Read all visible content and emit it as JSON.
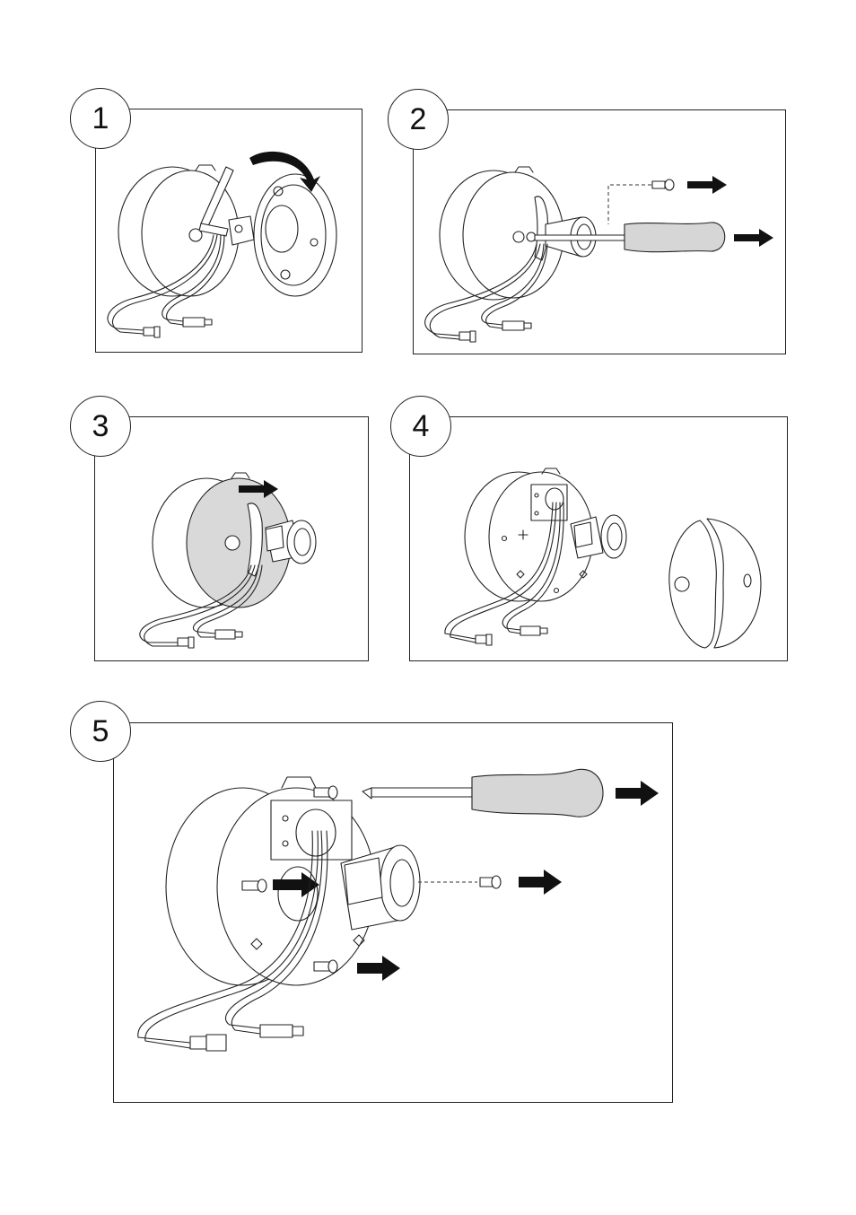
{
  "steps": [
    {
      "number": "1",
      "icons": [
        "camera-body",
        "hex-key",
        "rotate-arrow",
        "mount-plate",
        "network-cable",
        "power-cable"
      ]
    },
    {
      "number": "2",
      "icons": [
        "camera-body",
        "screw",
        "screwdriver",
        "pull-arrow",
        "network-cable",
        "power-cable"
      ]
    },
    {
      "number": "3",
      "icons": [
        "camera-body",
        "shaded-cover",
        "slide-arrow",
        "network-cable",
        "power-cable"
      ]
    },
    {
      "number": "4",
      "icons": [
        "camera-body",
        "removed-cover",
        "network-cable",
        "power-cable"
      ]
    },
    {
      "number": "5",
      "icons": [
        "camera-body",
        "screwdriver",
        "screw",
        "pull-arrow",
        "network-cable",
        "power-cable"
      ]
    }
  ],
  "colors": {
    "line": "#222222",
    "arrow": "#111111",
    "handle": "#d6d6d6",
    "shading": "#d9d9d9"
  }
}
